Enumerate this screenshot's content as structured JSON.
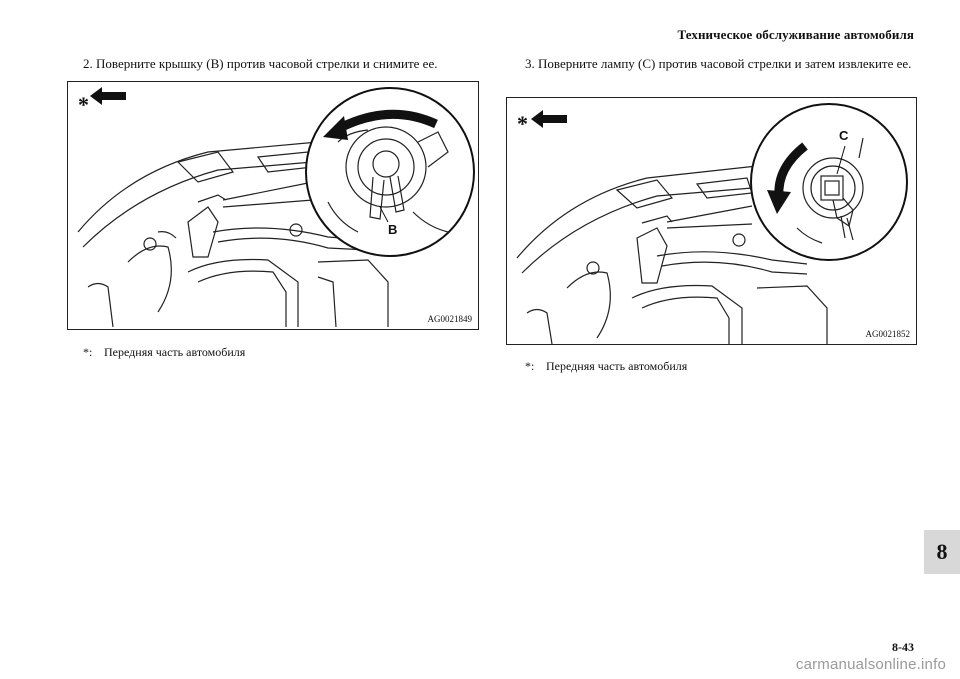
{
  "header": {
    "title": "Техническое обслуживание автомобиля"
  },
  "steps": [
    {
      "number": "2.",
      "text": "Поверните крышку (B) против часовой стрелки и снимите ее."
    },
    {
      "number": "3.",
      "text": "Поверните лампу (C) против часовой стрелки и затем извлеките ее."
    }
  ],
  "figures": [
    {
      "code": "AG0021849",
      "callout": "B",
      "marker": "*"
    },
    {
      "code": "AG0021852",
      "callout": "C",
      "marker": "*"
    }
  ],
  "notes": [
    {
      "symbol": "*:",
      "text": "Передняя часть автомобиля"
    },
    {
      "symbol": "*:",
      "text": "Передняя часть автомобиля"
    }
  ],
  "side_tab": "8",
  "page_number": "8-43",
  "watermark": "carmanualsonline.info"
}
